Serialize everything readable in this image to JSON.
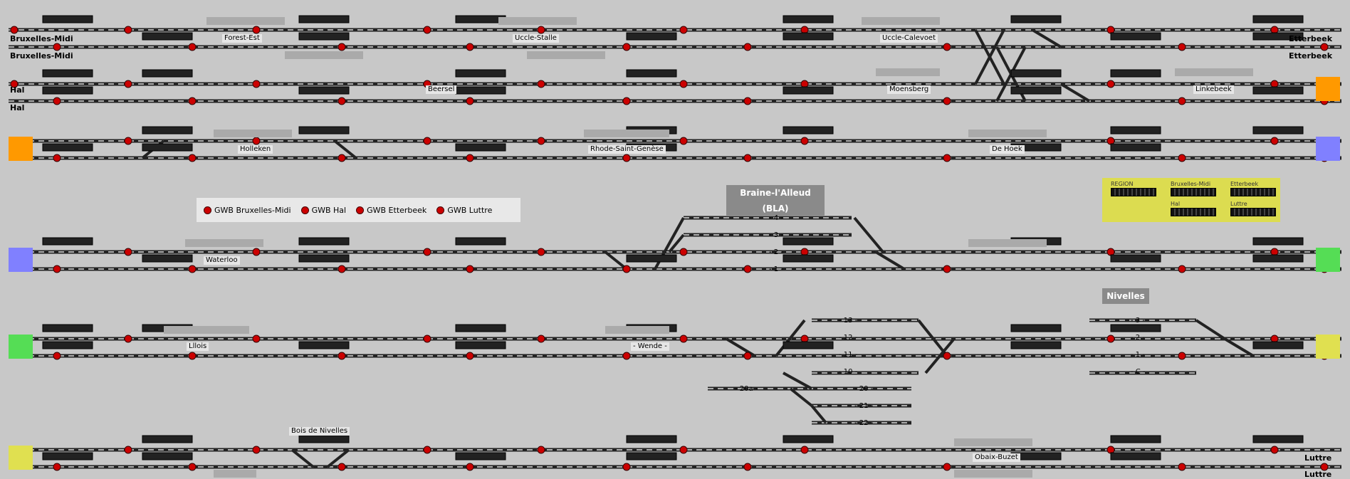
{
  "endpoints": {
    "bruxelles_midi_1": "Bruxelles-Midi",
    "bruxelles_midi_2": "Bruxelles-Midi",
    "hal_1": "Hal",
    "hal_2": "Hal",
    "etterbeek_1": "Etterbeek",
    "etterbeek_2": "Etterbeek",
    "luttre_1": "Luttre",
    "luttre_2": "Luttre"
  },
  "stations": {
    "forest_est": "Forest-Est",
    "uccle_stalle": "Uccle-Stalle",
    "uccle_calevoet": "Uccle-Calevoet",
    "beersel": "Beersel",
    "moensberg": "Moensberg",
    "linkebeek": "Linkebeek",
    "holleken": "Holleken",
    "rhode": "Rhode-Saint-Genèse",
    "de_hoek": "De Hoek",
    "waterloo": "Waterloo",
    "lillois": "Lllois",
    "wende": "- Wende -",
    "bois_de_nivelles": "Bois de Nivelles",
    "obaix": "Obaix-Buzet"
  },
  "headers": {
    "braine": "Braine-l'Alleud (BLA)",
    "nivelles": "Nivelles"
  },
  "legend": [
    {
      "label": "GWB Bruxelles-Midi"
    },
    {
      "label": "GWB Hal"
    },
    {
      "label": "GWB Etterbeek"
    },
    {
      "label": "GWB Luttre"
    }
  ],
  "region": {
    "region": "REGION",
    "bxl": "Bruxelles-Midi",
    "etterbeek": "Etterbeek",
    "hal": "Hal",
    "luttre": "Luttre"
  },
  "platforms_bla": [
    "- 4 -",
    "- 3 -",
    "- 2 -",
    "- 1 -"
  ],
  "platforms_niv": [
    "- 13 -",
    "- 12 -",
    "- 11 -",
    "- 10 -",
    "- 20a -",
    "- 20 -",
    "- 21 -",
    "- 22 -",
    "- 3 -",
    "- 2 -",
    "- 1 -",
    "- C -"
  ],
  "colors": {
    "background": "#c8c8c8",
    "signal_red": "#cc0000",
    "signal_green": "#1a7a1a",
    "side_orange": "#ff9900",
    "side_blue": "#8080ff",
    "side_green": "#55dd55",
    "side_yellow": "#e0e050",
    "region_yellow": "#dcdc50"
  }
}
